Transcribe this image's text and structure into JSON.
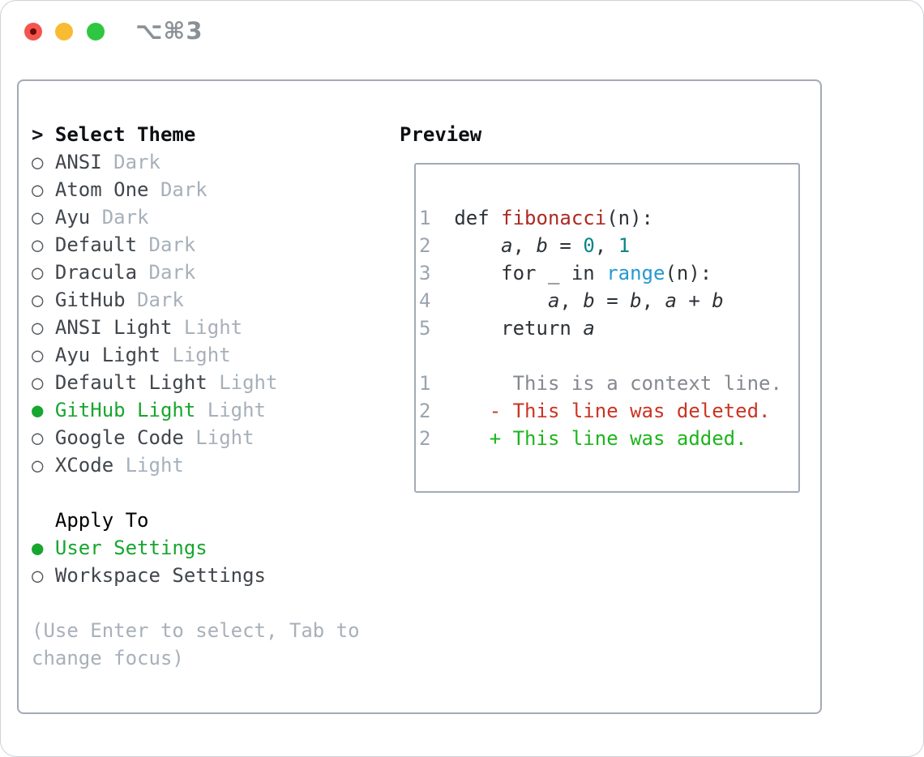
{
  "window": {
    "title": "⌥⌘3"
  },
  "traffic_lights": {
    "close_color": "#f4554e",
    "minimize_color": "#f9bb32",
    "zoom_color": "#2fc741"
  },
  "left_panel": {
    "header": {
      "prefix": "> ",
      "label": "Select Theme"
    },
    "themes": [
      {
        "name": "ANSI",
        "tag": "Dark",
        "selected": false
      },
      {
        "name": "Atom One",
        "tag": "Dark",
        "selected": false
      },
      {
        "name": "Ayu",
        "tag": "Dark",
        "selected": false
      },
      {
        "name": "Default",
        "tag": "Dark",
        "selected": false
      },
      {
        "name": "Dracula",
        "tag": "Dark",
        "selected": false
      },
      {
        "name": "GitHub",
        "tag": "Dark",
        "selected": false
      },
      {
        "name": "ANSI Light",
        "tag": "Light",
        "selected": false
      },
      {
        "name": "Ayu Light",
        "tag": "Light",
        "selected": false
      },
      {
        "name": "Default Light",
        "tag": "Light",
        "selected": false
      },
      {
        "name": "GitHub Light",
        "tag": "Light",
        "selected": true
      },
      {
        "name": "Google Code",
        "tag": "Light",
        "selected": false
      },
      {
        "name": "XCode",
        "tag": "Light",
        "selected": false
      }
    ],
    "radio_unselected_glyph": "○",
    "radio_selected_glyph": "●",
    "apply_to": {
      "label": "Apply To",
      "options": [
        {
          "name": "User Settings",
          "selected": true
        },
        {
          "name": "Workspace Settings",
          "selected": false
        }
      ]
    },
    "help_lines": [
      "(Use Enter to select, Tab to",
      "change focus)"
    ]
  },
  "preview": {
    "header": "Preview",
    "code_lines": [
      {
        "n": "1",
        "segs": [
          [
            "def ",
            "p"
          ],
          [
            "fibonacci",
            "fn"
          ],
          [
            "(n):",
            "p"
          ]
        ]
      },
      {
        "n": "2",
        "segs": [
          [
            "    ",
            "p"
          ],
          [
            "a",
            "v"
          ],
          [
            ", ",
            "p"
          ],
          [
            "b",
            "v"
          ],
          [
            " = ",
            "p"
          ],
          [
            "0",
            "num"
          ],
          [
            ", ",
            "p"
          ],
          [
            "1",
            "num"
          ]
        ]
      },
      {
        "n": "3",
        "segs": [
          [
            "    for _ in ",
            "p"
          ],
          [
            "range",
            "bi"
          ],
          [
            "(n):",
            "p"
          ]
        ]
      },
      {
        "n": "4",
        "segs": [
          [
            "        ",
            "p"
          ],
          [
            "a",
            "v"
          ],
          [
            ", ",
            "p"
          ],
          [
            "b",
            "v"
          ],
          [
            " = ",
            "p"
          ],
          [
            "b",
            "v"
          ],
          [
            ", ",
            "p"
          ],
          [
            "a",
            "v"
          ],
          [
            " + ",
            "p"
          ],
          [
            "b",
            "v"
          ]
        ]
      },
      {
        "n": "5",
        "segs": [
          [
            "    return ",
            "p"
          ],
          [
            "a",
            "v"
          ]
        ]
      }
    ],
    "diff_lines": [
      {
        "n": "1",
        "body": "       This is a context line.",
        "style": "ctx"
      },
      {
        "n": "2",
        "body": "     - This line was deleted.",
        "style": "del"
      },
      {
        "n": "2",
        "body": "     + This line was added.",
        "style": "add"
      }
    ]
  },
  "colors": {
    "accent_green": "#17a62e",
    "theme_name_gray": "#41464c",
    "tag_gray": "#a7b0ba",
    "help_gray": "#a8b0b9",
    "panel_border": "#a3aab6",
    "line_number": "#9aa4b0",
    "code_plain": "#2d3237",
    "code_function_red": "#ad2a21",
    "code_number_teal": "#0c8585",
    "code_builtin_blue": "#2599d2",
    "diff_context_gray": "#85898f",
    "diff_deleted_red": "#cb3423",
    "diff_added_green": "#1db51d",
    "window_title_gray": "#8b9096"
  }
}
